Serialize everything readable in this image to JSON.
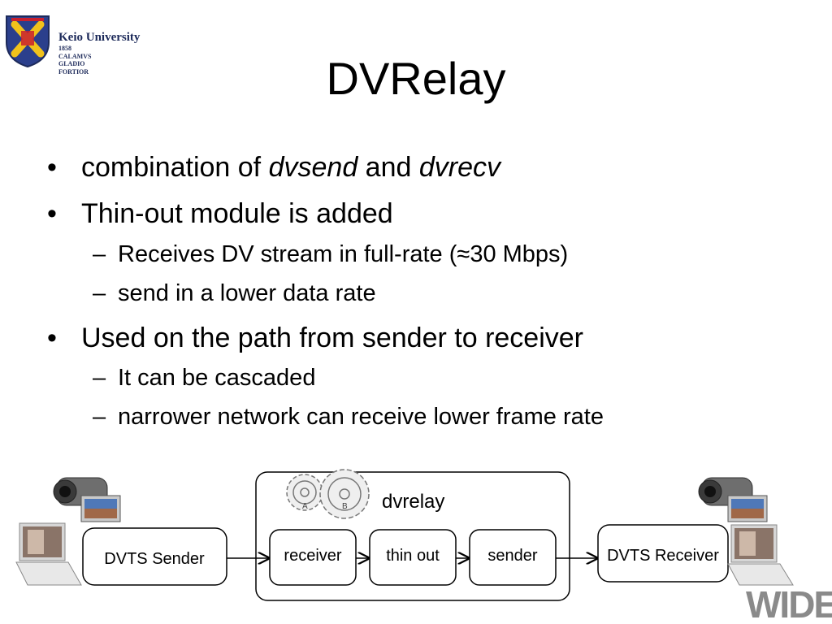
{
  "logo": {
    "name": "Keio University",
    "lines": [
      "1858",
      "CALAMVS",
      "GLADIO",
      "FORTIOR"
    ]
  },
  "slide": {
    "title": "DVRelay",
    "bullet1": {
      "pre": "combination of ",
      "em1": "dvsend",
      "mid": " and ",
      "em2": "dvrecv"
    },
    "bullet2": "Thin-out module is added",
    "sub2a": "Receives DV stream in full-rate (≈30 Mbps)",
    "sub2b": "send in a lower data rate",
    "bullet3": "Used on the path from sender to receiver",
    "sub3a": "It can be cascaded",
    "sub3b": "narrower network can receive lower frame rate"
  },
  "diagram": {
    "sender_box": "DVTS Sender",
    "relay_label": "dvrelay",
    "receiver_module": "receiver",
    "thinout_module": "thin out",
    "sender_module": "sender",
    "receiver_box": "DVTS Receiver",
    "gear_a": "A",
    "gear_b": "B"
  },
  "wide_logo": "WIDE"
}
